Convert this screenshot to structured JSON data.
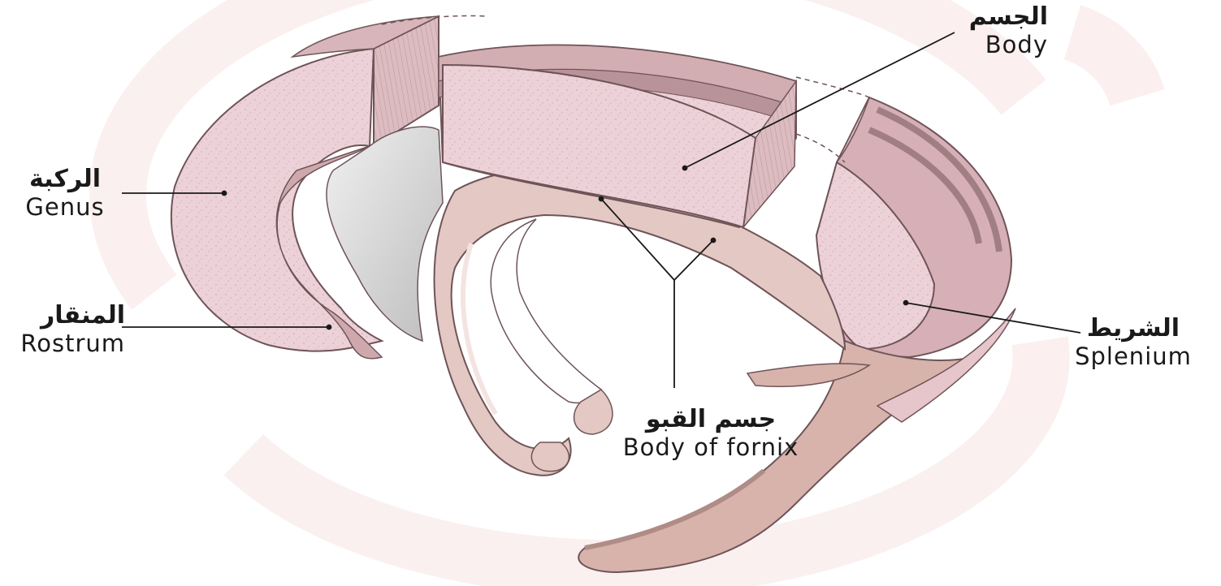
{
  "labels": {
    "body": {
      "ar": "الجسم",
      "en": "Body"
    },
    "genus": {
      "ar": "الركبة",
      "en": "Genus"
    },
    "rostrum": {
      "ar": "المنقار",
      "en": "Rostrum"
    },
    "splenium": {
      "ar": "الشريط",
      "en": "Splenium"
    },
    "fornix": {
      "ar": "جسم القبو",
      "en": "Body of fornix"
    }
  },
  "colors": {
    "cut_surface": "#ecd2d8",
    "fiber_dark": "#c9a7ab",
    "fiber_light": "#e6c6cb",
    "fornix": "#e3c8c3",
    "fornix_shadow": "#caa9a3",
    "septum": "#d9d9d9",
    "watermark": "#fbeeee",
    "line": "#1a1a1a"
  }
}
